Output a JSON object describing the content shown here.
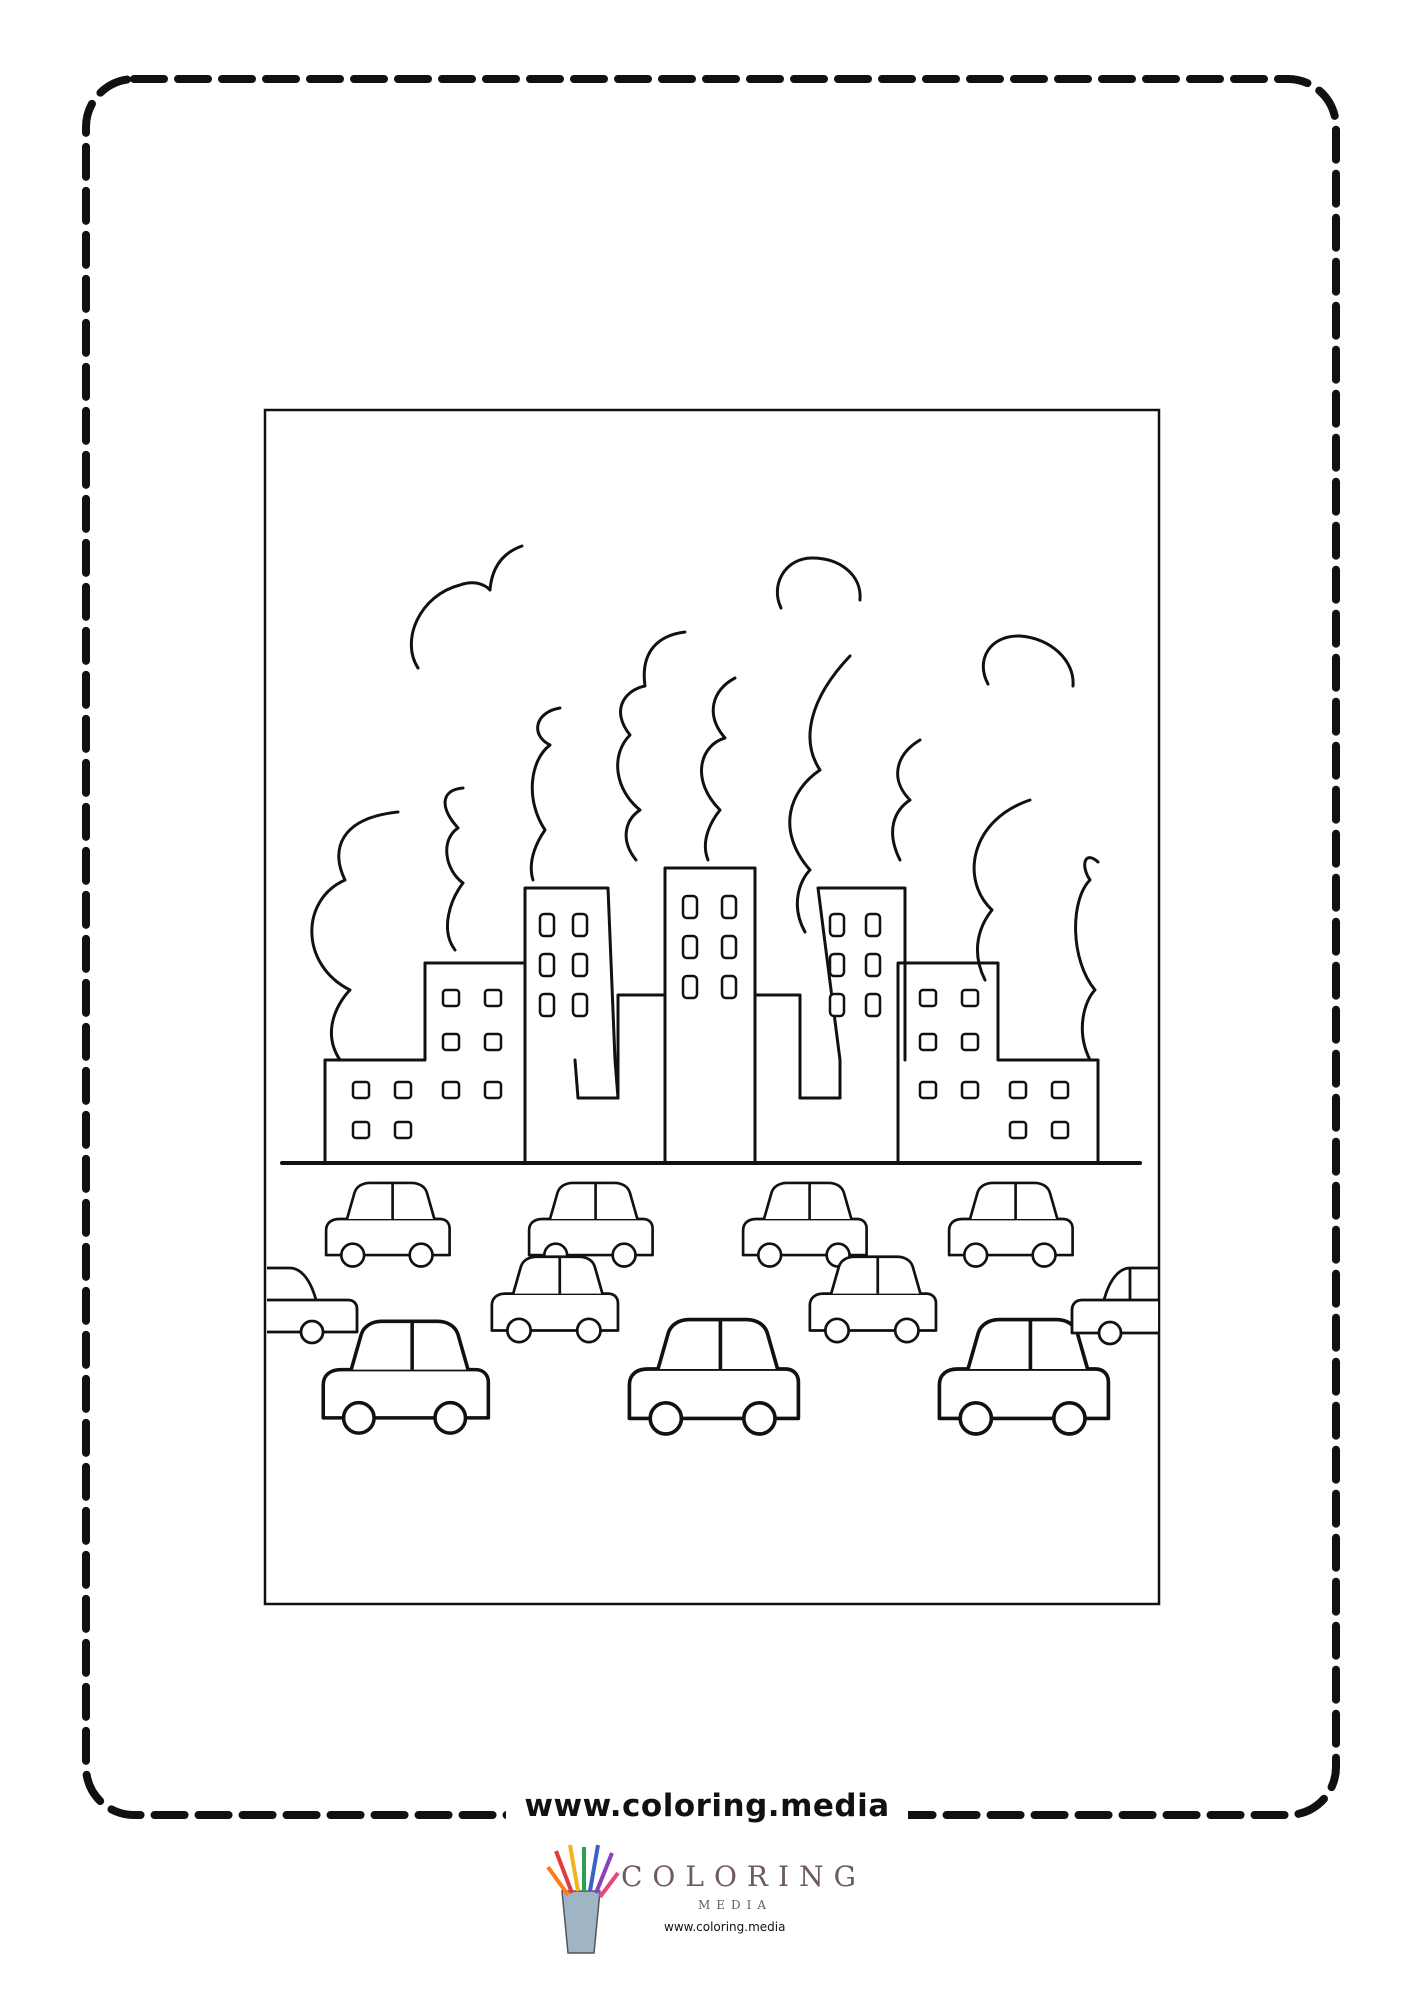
{
  "footer": {
    "url_text": "www.coloring.media"
  },
  "logo": {
    "word": "COLORING",
    "sub": "MEDIA",
    "url": "www.coloring.media"
  },
  "colors": {
    "line": "#111111",
    "logo_text": "#6f5b5b"
  }
}
